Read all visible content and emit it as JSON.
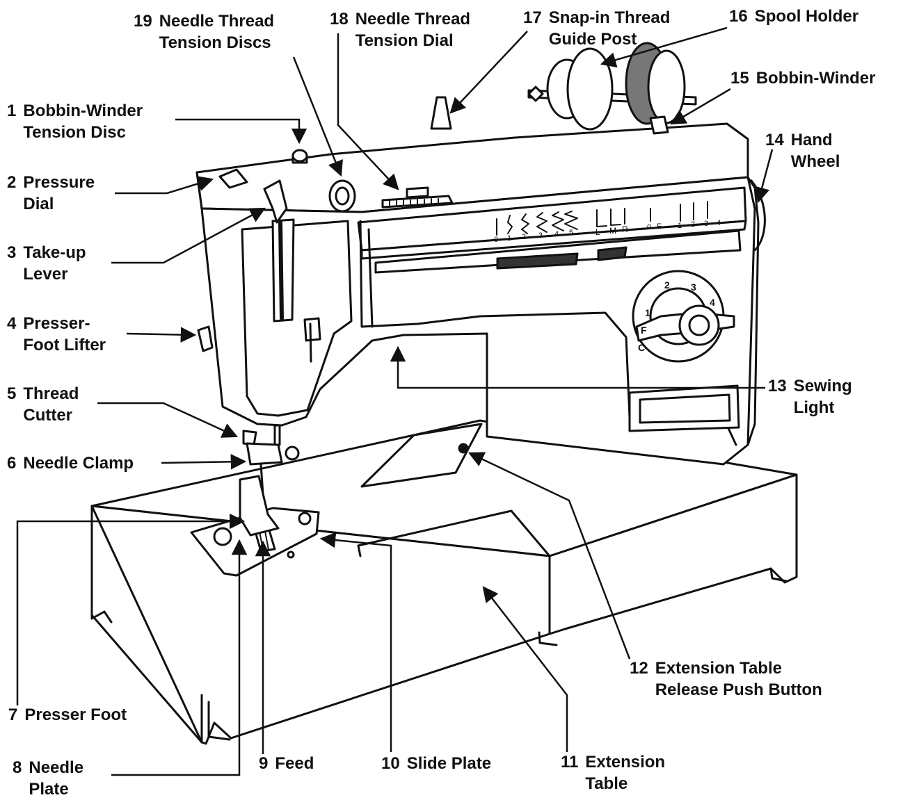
{
  "diagram": {
    "labels": [
      {
        "num": "1",
        "text": "Bobbin-Winder\nTension Disc"
      },
      {
        "num": "2",
        "text": "Pressure\nDial"
      },
      {
        "num": "3",
        "text": "Take-up\nLever"
      },
      {
        "num": "4",
        "text": "Presser-\nFoot Lifter"
      },
      {
        "num": "5",
        "text": "Thread\nCutter"
      },
      {
        "num": "6",
        "text": "Needle Clamp"
      },
      {
        "num": "7",
        "text": "Presser Foot"
      },
      {
        "num": "8",
        "text": "Needle\nPlate"
      },
      {
        "num": "9",
        "text": "Feed"
      },
      {
        "num": "10",
        "text": "Slide Plate"
      },
      {
        "num": "11",
        "text": "Extension\nTable"
      },
      {
        "num": "12",
        "text": "Extension Table\nRelease Push Button"
      },
      {
        "num": "13",
        "text": "Sewing\nLight"
      },
      {
        "num": "14",
        "text": "Hand\nWheel"
      },
      {
        "num": "15",
        "text": "Bobbin-Winder"
      },
      {
        "num": "16",
        "text": "Spool Holder"
      },
      {
        "num": "17",
        "text": "Snap-in Thread\nGuide Post"
      },
      {
        "num": "18",
        "text": "Needle Thread\nTension Dial"
      },
      {
        "num": "19",
        "text": "Needle Thread\nTension Discs"
      }
    ],
    "stitch_panel": {
      "width_numbers": [
        "0",
        "1",
        "2",
        "3",
        "4",
        "5"
      ],
      "position_letters": [
        "L",
        "M",
        "R"
      ],
      "length_marks": [
        "0",
        "F",
        "1",
        "2",
        "3",
        "4"
      ]
    },
    "dial_marks": [
      "C",
      "F",
      "1",
      "2",
      "3",
      "4"
    ]
  }
}
